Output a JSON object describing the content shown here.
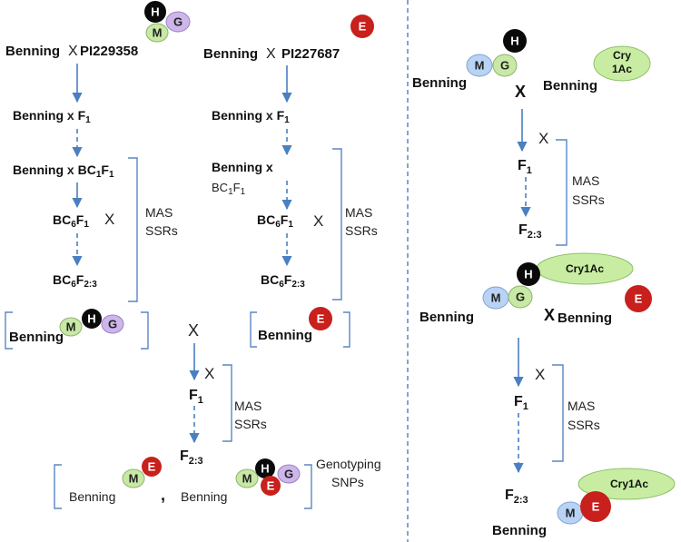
{
  "colors": {
    "H": "#0a0a0a",
    "M": "#b9d3f5",
    "G_purple": "#cdb6ea",
    "G_green": "#c8e8a6",
    "E": "#c8201c",
    "Cry": "#c8eda2",
    "arrow": "#4a7fc1",
    "divider": "#4a7fc1"
  },
  "markers": {
    "H": "H",
    "M": "M",
    "G": "G",
    "E": "E"
  },
  "words": {
    "benning": "Benning",
    "cross": "X",
    "x": "x",
    "mas": "MAS",
    "ssrs": "SSRs",
    "genotyping": "Genotyping",
    "snps": "SNPs",
    "comma": ",",
    "cry_line1": "Cry",
    "cry_line2": "1Ac",
    "cry1ac": "Cry1Ac"
  },
  "parents": {
    "pi1": "PI229358",
    "pi2": "PI227687"
  },
  "gen": {
    "F": "F",
    "BC": "BC",
    "one": "1",
    "six": "6",
    "ratio": "2:3"
  }
}
